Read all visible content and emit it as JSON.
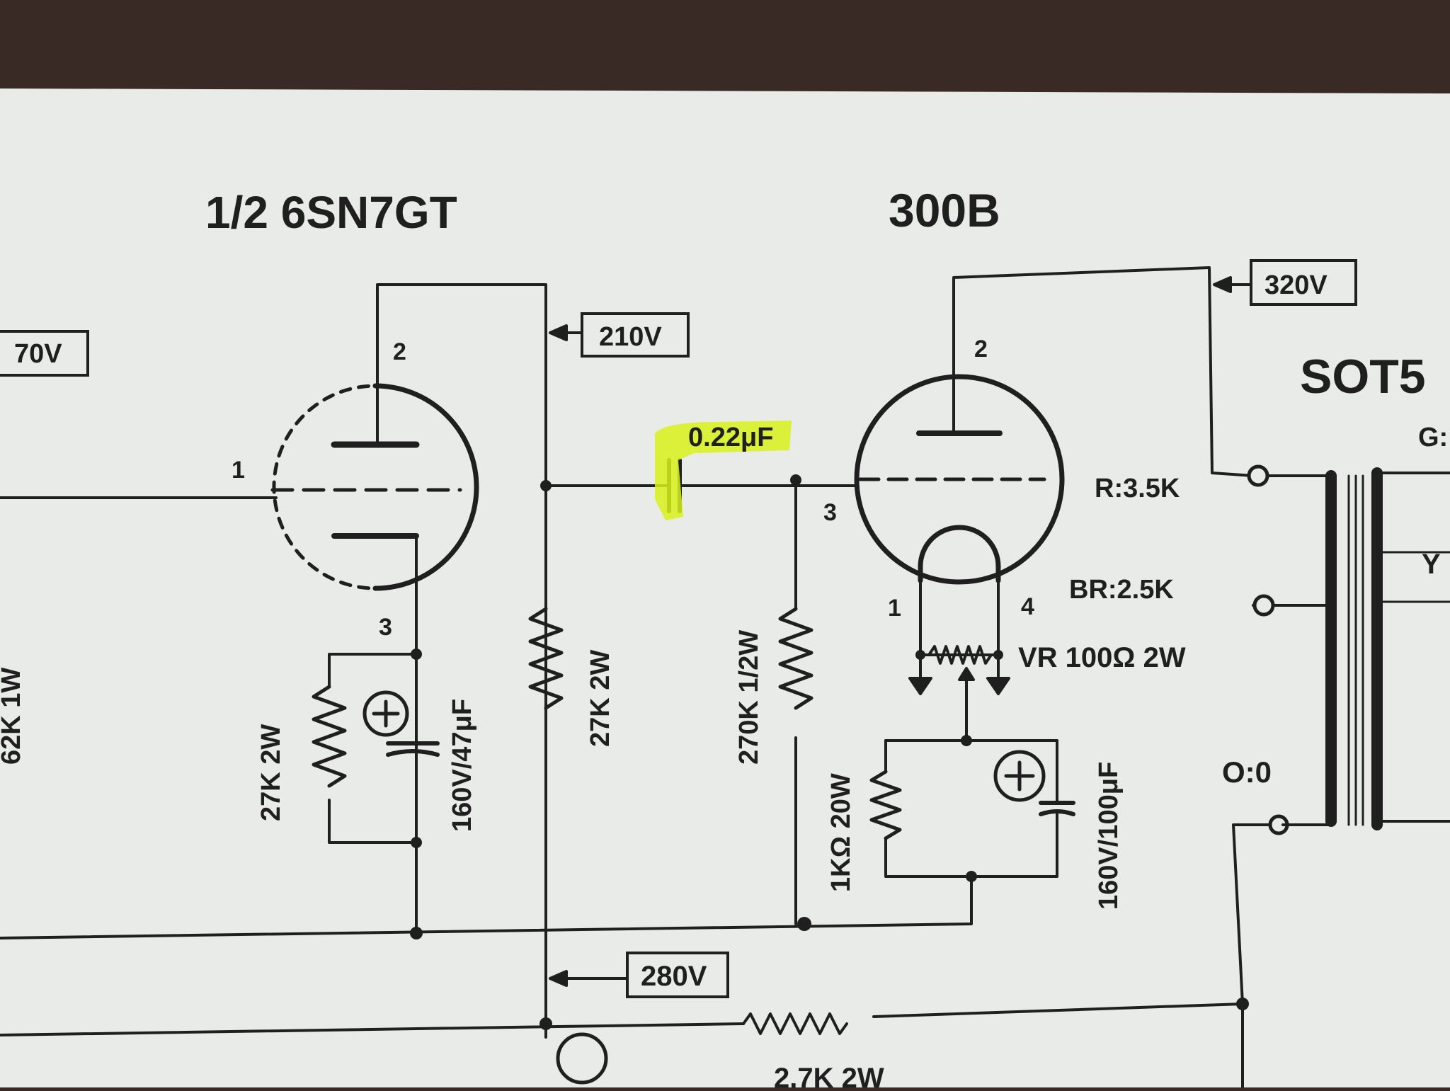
{
  "colors": {
    "ink": "#1f1f1f",
    "paper": "#e9ebe8",
    "background": "#3a2a26",
    "highlight": "#d8f21a"
  },
  "tubes": {
    "driver": "1/2 6SN7GT",
    "output": "300B"
  },
  "transformer": {
    "name": "SOT5",
    "g_label": "G:",
    "y_label": "Y",
    "r_tap": "R:3.5K",
    "br_tap": "BR:2.5K",
    "o_tap": "O:0"
  },
  "voltages": {
    "v70": "70V",
    "v210": "210V",
    "v320": "320V",
    "v280": "280V"
  },
  "pins": {
    "driver_plate": "2",
    "driver_grid": "1",
    "driver_cathode": "3",
    "output_plate": "2",
    "output_grid": "3",
    "output_fil1": "1",
    "output_fil4": "4"
  },
  "components": {
    "coupling_cap": "0.22μF",
    "cathode_resistor": "27K 2W",
    "cathode_cap": "160V/47μF",
    "plate_load": "27K 2W",
    "grid_leak": "270K 1/2W",
    "bias_resistor": "1KΩ 20W",
    "bias_cap": "160V/100μF",
    "hum_pot": "VR 100Ω 2W",
    "dropper": "2.7K 2W",
    "left_partial": "62K 1W"
  }
}
